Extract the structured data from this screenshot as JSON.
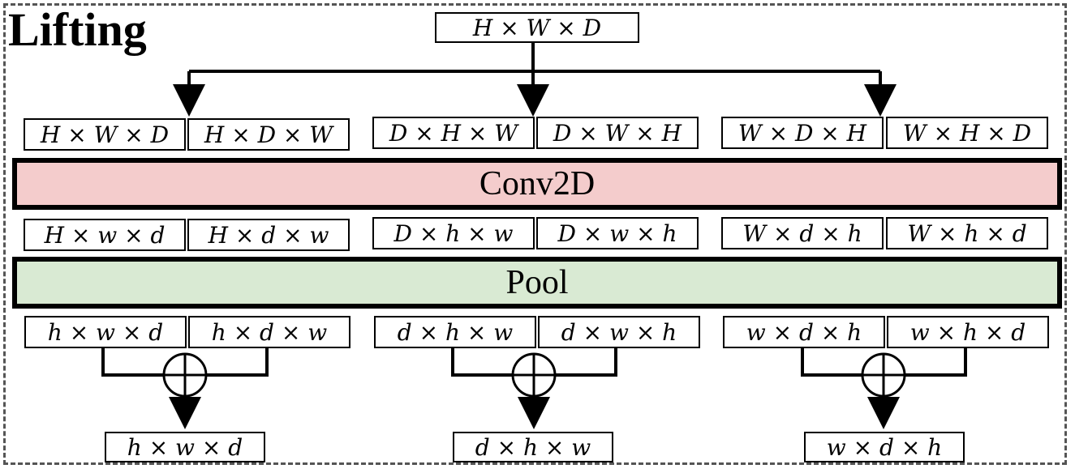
{
  "title": "Lifting",
  "input": "H × W × D",
  "conv_label": "Conv2D",
  "pool_label": "Pool",
  "permutations": [
    "H × W × D",
    "H × D × W",
    "D × H × W",
    "D × W × H",
    "W × D × H",
    "W × H × D"
  ],
  "after_conv": [
    "H × w × d",
    "H × d × w",
    "D × h × w",
    "D × w × h",
    "W × d × h",
    "W × h × d"
  ],
  "after_pool": [
    "h × w × d",
    "h × d × w",
    "d × h × w",
    "d × w × h",
    "w × d × h",
    "w × h × d"
  ],
  "outputs": [
    "h × w × d",
    "d × h × w",
    "w × d × h"
  ],
  "colors": {
    "conv_fill": "#f4cccc",
    "pool_fill": "#d9ead3",
    "dash": "#555555"
  }
}
